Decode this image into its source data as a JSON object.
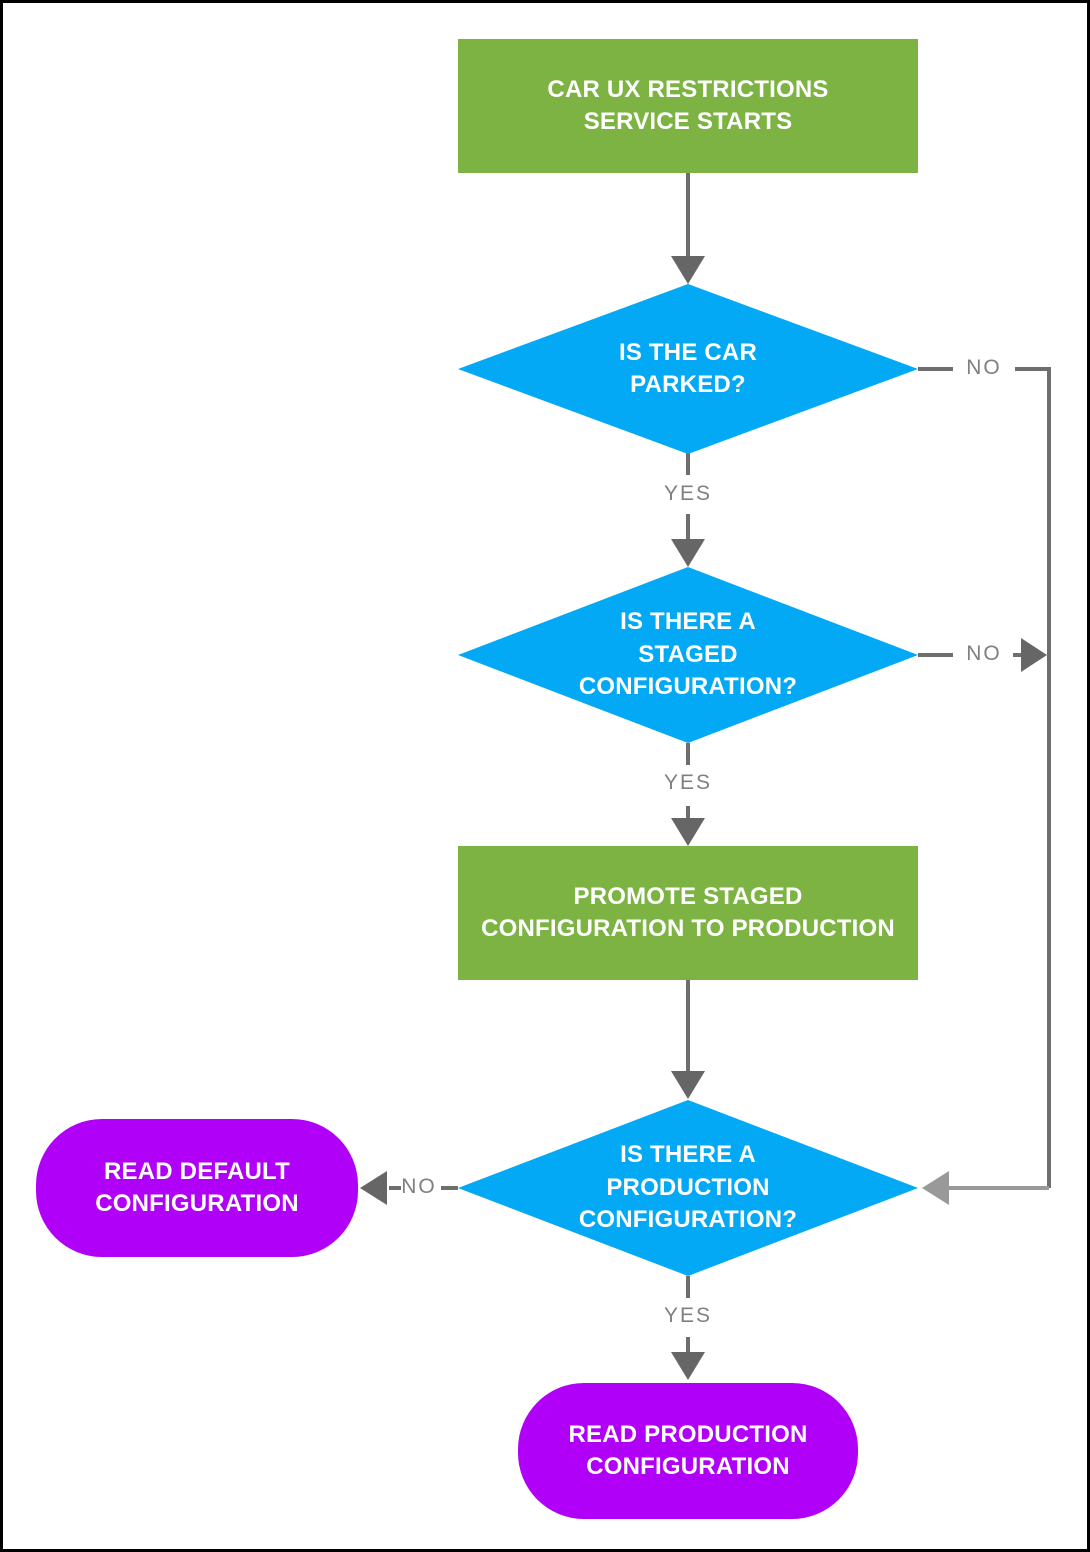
{
  "flowchart": {
    "nodes": {
      "start": {
        "label": "CAR UX RESTRICTIONS\nSERVICE STARTS",
        "type": "process",
        "color": "#7CB342"
      },
      "is_car_parked": {
        "label": "IS THE CAR\nPARKED?",
        "type": "decision",
        "color": "#03A9F4"
      },
      "is_staged_configuration": {
        "label": "IS THERE A\nSTAGED\nCONFIGURATION?",
        "type": "decision",
        "color": "#03A9F4"
      },
      "promote_staged": {
        "label": "PROMOTE STAGED\nCONFIGURATION TO PRODUCTION",
        "type": "process",
        "color": "#7CB342"
      },
      "is_production_configuration": {
        "label": "IS THERE A\nPRODUCTION\nCONFIGURATION?",
        "type": "decision",
        "color": "#03A9F4"
      },
      "read_default": {
        "label": "READ DEFAULT\nCONFIGURATION",
        "type": "terminal",
        "color": "#B100F7"
      },
      "read_production": {
        "label": "READ PRODUCTION\nCONFIGURATION",
        "type": "terminal",
        "color": "#B100F7"
      }
    },
    "edges": [
      {
        "from": "start",
        "to": "is_car_parked",
        "label": ""
      },
      {
        "from": "is_car_parked",
        "to": "is_staged_configuration",
        "label": "YES"
      },
      {
        "from": "is_car_parked",
        "to": "is_production_configuration",
        "label": "NO"
      },
      {
        "from": "is_staged_configuration",
        "to": "promote_staged",
        "label": "YES"
      },
      {
        "from": "is_staged_configuration",
        "to": "is_production_configuration",
        "label": "NO"
      },
      {
        "from": "promote_staged",
        "to": "is_production_configuration",
        "label": ""
      },
      {
        "from": "is_production_configuration",
        "to": "read_default",
        "label": "NO"
      },
      {
        "from": "is_production_configuration",
        "to": "read_production",
        "label": "YES"
      }
    ],
    "colors": {
      "process_green": "#7CB342",
      "decision_blue": "#03A9F4",
      "terminal_purple": "#B100F7",
      "connector_gray": "#6E6E6E",
      "connector_light_gray": "#999999",
      "edge_label_gray": "#808080",
      "node_text": "#FFFFFF",
      "page_border": "#000000",
      "background": "#FFFFFF"
    }
  }
}
